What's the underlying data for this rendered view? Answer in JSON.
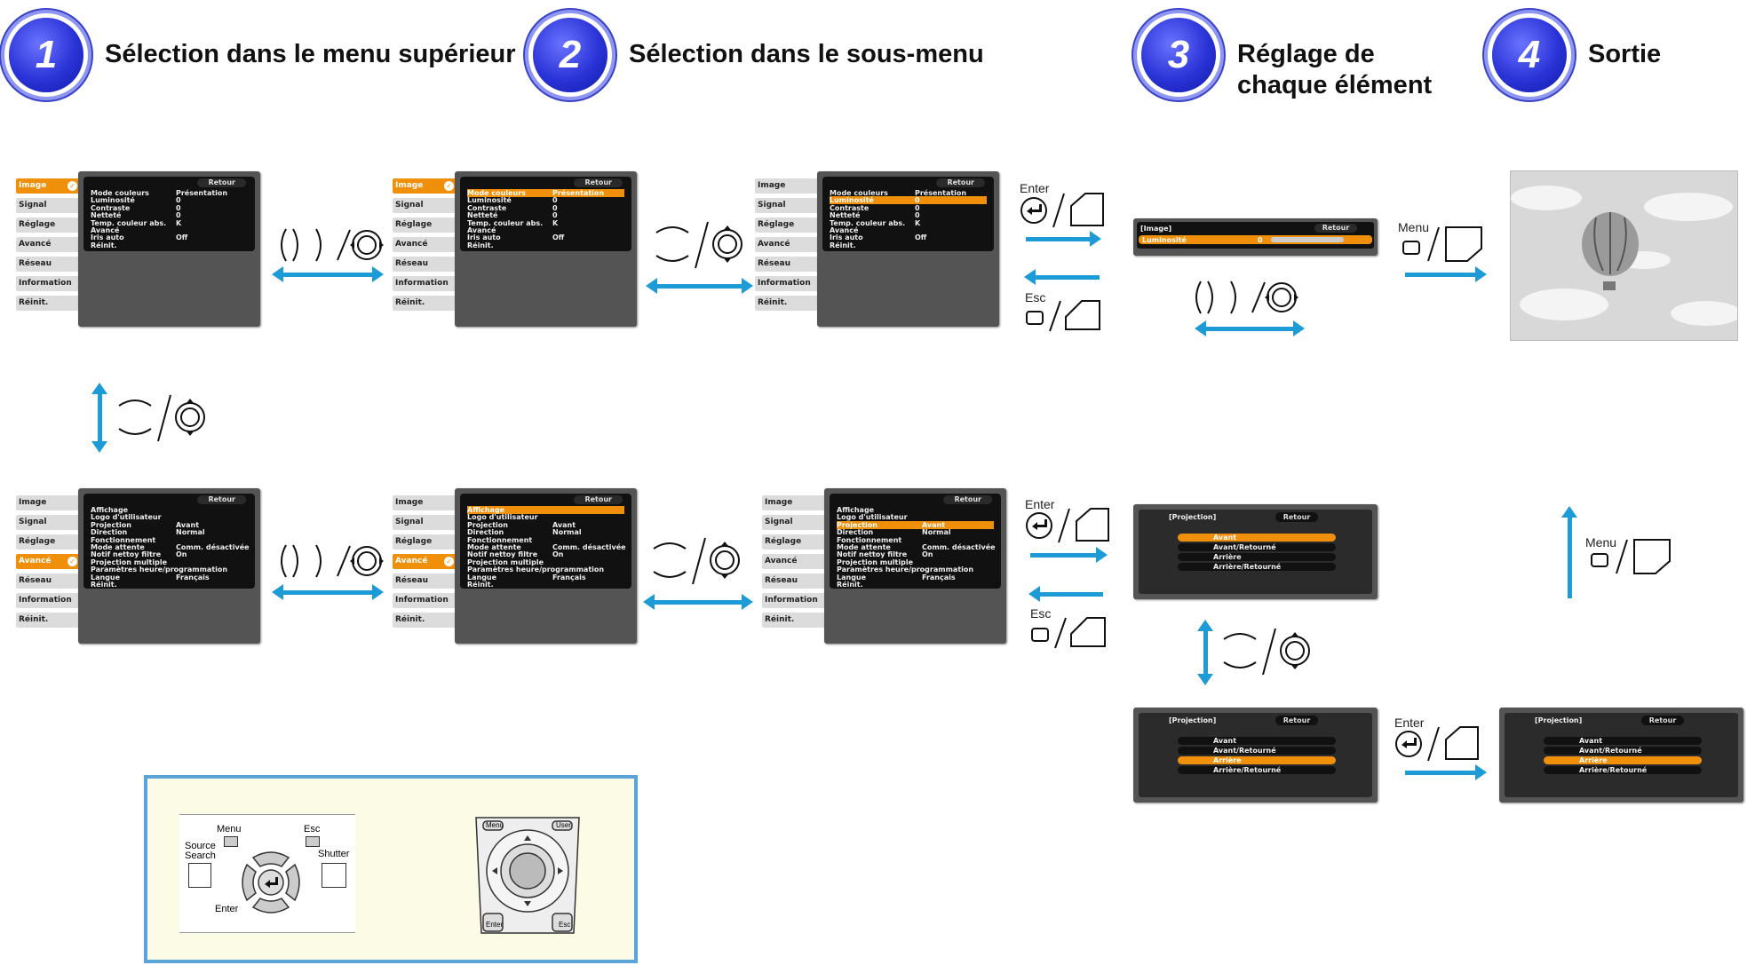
{
  "steps": [
    {
      "num": "1",
      "title": "Sélection dans le menu supérieur"
    },
    {
      "num": "2",
      "title": "Sélection dans le sous-menu"
    },
    {
      "num": "3",
      "title": "Réglage de chaque élément"
    },
    {
      "num": "4",
      "title": "Sortie"
    }
  ],
  "tabs": [
    "Image",
    "Signal",
    "Réglage",
    "Avancé",
    "Réseau",
    "Information",
    "Réinit."
  ],
  "retour": "Retour",
  "image_menu": [
    {
      "label": "Mode couleurs",
      "value": "Présentation"
    },
    {
      "label": "Luminosité",
      "value": "0"
    },
    {
      "label": "Contraste",
      "value": "0"
    },
    {
      "label": "Netteté",
      "value": "0"
    },
    {
      "label": "Temp. couleur abs.",
      "value": "K"
    },
    {
      "label": "Avancé",
      "value": ""
    },
    {
      "label": "Iris auto",
      "value": "Off"
    },
    {
      "label": "Réinit.",
      "value": ""
    }
  ],
  "avance_menu": [
    {
      "label": "Affichage",
      "value": ""
    },
    {
      "label": "Logo d'utilisateur",
      "value": ""
    },
    {
      "label": "Projection",
      "value": "Avant"
    },
    {
      "label": "Direction",
      "value": "Normal"
    },
    {
      "label": "Fonctionnement",
      "value": ""
    },
    {
      "label": "Mode attente",
      "value": "Comm. désactivée"
    },
    {
      "label": "Notif nettoy filtre",
      "value": "On"
    },
    {
      "label": "Projection multiple",
      "value": ""
    },
    {
      "label": "Paramètres heure/programmation",
      "value": ""
    },
    {
      "label": "Langue",
      "value": "Français"
    },
    {
      "label": "Réinit.",
      "value": ""
    }
  ],
  "luminosite_dialog": {
    "title": "[Image]",
    "label": "Luminosité",
    "value": "0"
  },
  "projection_dialog": {
    "title": "[Projection]",
    "options": [
      "Avant",
      "Avant/Retourné",
      "Arrière",
      "Arrière/Retourné"
    ]
  },
  "keys": {
    "enter": "Enter",
    "esc": "Esc",
    "menu": "Menu"
  },
  "remote": {
    "menu": "Menu",
    "esc": "Esc",
    "source": "Source",
    "search": "Search",
    "shutter": "Shutter",
    "enter": "Enter",
    "user": "User"
  },
  "colors": {
    "accent": "#f0900a",
    "arrow": "#1d9bd6",
    "badge": "#2a33d6"
  }
}
